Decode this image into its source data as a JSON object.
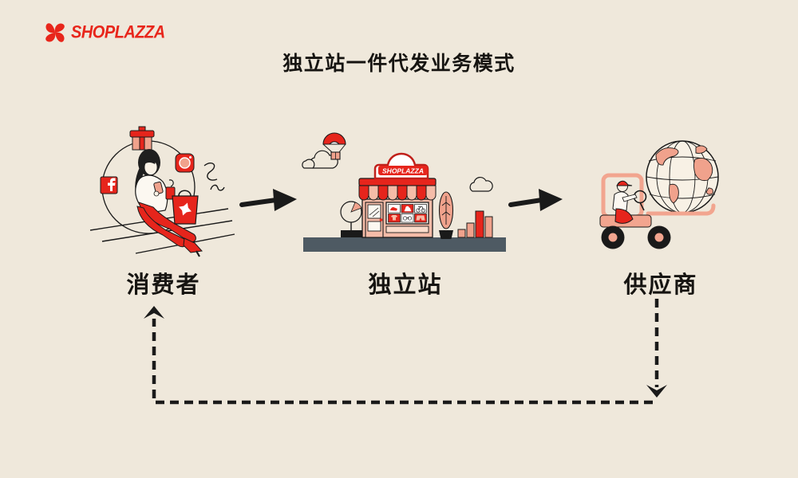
{
  "page": {
    "background_color": "#EFE8DB"
  },
  "header": {
    "logo_text": "SHOPLAZZA",
    "logo_color": "#E8261B",
    "title": "独立站一件代发业务模式"
  },
  "flow": {
    "nodes": [
      {
        "id": "consumer",
        "label": "消费者",
        "illustration": "woman-shopping-with-social-icons"
      },
      {
        "id": "store",
        "label": "独立站",
        "illustration": "shoplazza-storefront",
        "sign_text": "SHOPLAZZA"
      },
      {
        "id": "supplier",
        "label": "供应商",
        "illustration": "forklift-carrying-globe"
      }
    ],
    "arrows": [
      {
        "from": "消费者",
        "to": "独立站",
        "style": "solid-black"
      },
      {
        "from": "独立站",
        "to": "供应商",
        "style": "solid-black"
      },
      {
        "from": "供应商",
        "to": "消费者",
        "style": "dashed-black-return-loop"
      }
    ]
  },
  "colors": {
    "primary_red": "#E6251C",
    "salmon": "#F0A28C",
    "building_pink": "#F5BCA8",
    "platform_gray": "#4E5A63",
    "ink": "#1A1A1A",
    "background": "#EFE8DB"
  }
}
